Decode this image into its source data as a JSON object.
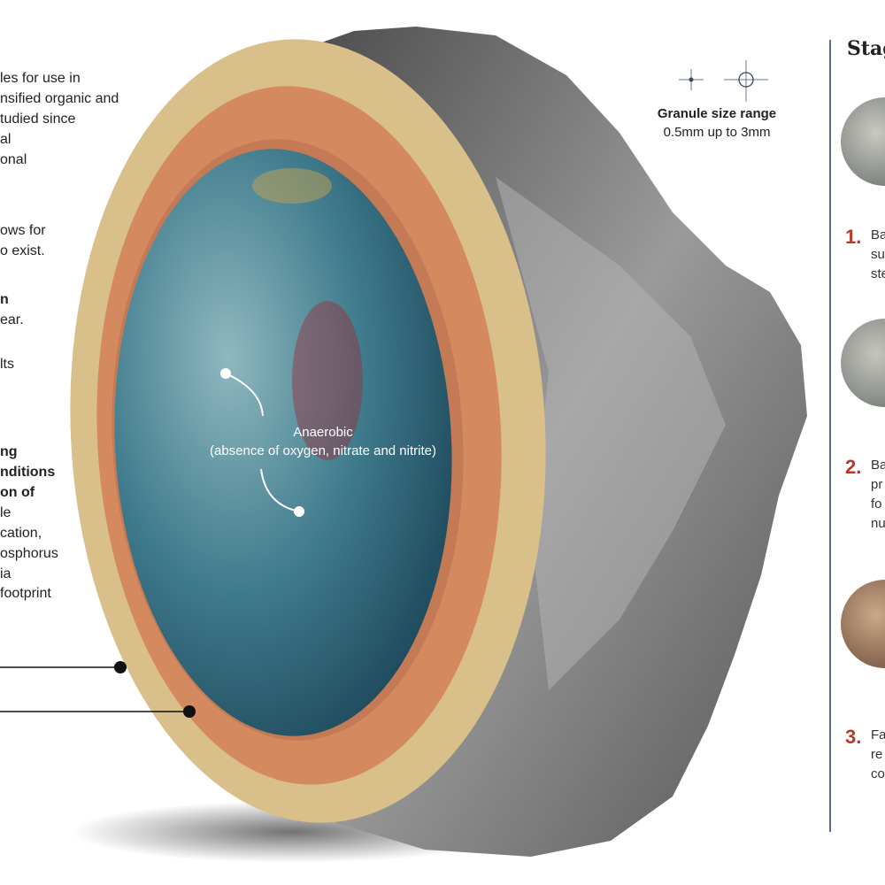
{
  "left_text": {
    "para1": [
      "les for use in",
      "nsified organic and",
      "tudied since",
      "al",
      "onal"
    ],
    "para2": [
      "ows for",
      "o exist."
    ],
    "para3_bold": [
      "n"
    ],
    "para3": [
      "ear."
    ],
    "para4": [
      "lts"
    ],
    "para5_bold": [
      "ng",
      "nditions",
      "on of"
    ],
    "para5": [
      "le",
      "cation,",
      "osphorus",
      "ia",
      "footprint"
    ]
  },
  "granule": {
    "core_label": "Anaerobic",
    "core_sublabel": "(absence of oxygen, nitrate and nitrite)"
  },
  "size_legend": {
    "title": "Granule size range",
    "range": "0.5mm up to 3mm"
  },
  "stages": {
    "title": "Stag",
    "items": [
      {
        "number": "1.",
        "lines": [
          "Ba",
          "su",
          "ste"
        ]
      },
      {
        "number": "2.",
        "lines": [
          "Ba",
          "pr",
          "fo",
          "nu"
        ]
      },
      {
        "number": "3.",
        "lines": [
          "Fa",
          "re",
          "co"
        ]
      }
    ]
  },
  "colors": {
    "accent": "#b23a2a",
    "rule": "#5a6a8c",
    "core": "#2f6a80",
    "ring_orange": "#d48a5e",
    "ring_tan": "#d9bf8a",
    "rock": "#8a8a8a"
  }
}
